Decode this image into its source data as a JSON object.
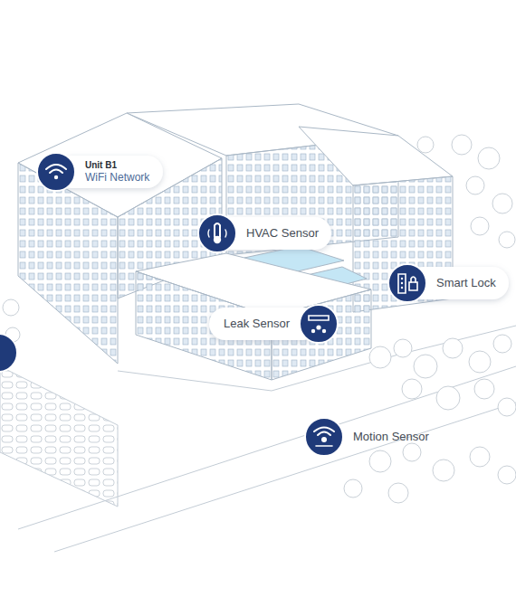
{
  "diagram": {
    "nodes": [
      {
        "text": [
          "Unit B1",
          "WiFi Network"
        ]
      },
      {
        "text": [
          "HVAC Sensor"
        ]
      },
      {
        "text": [
          "Smart Lock"
        ]
      },
      {
        "text": [
          "Leak Sensor"
        ]
      },
      {
        "text": [
          "Motion Sensor"
        ]
      }
    ]
  }
}
